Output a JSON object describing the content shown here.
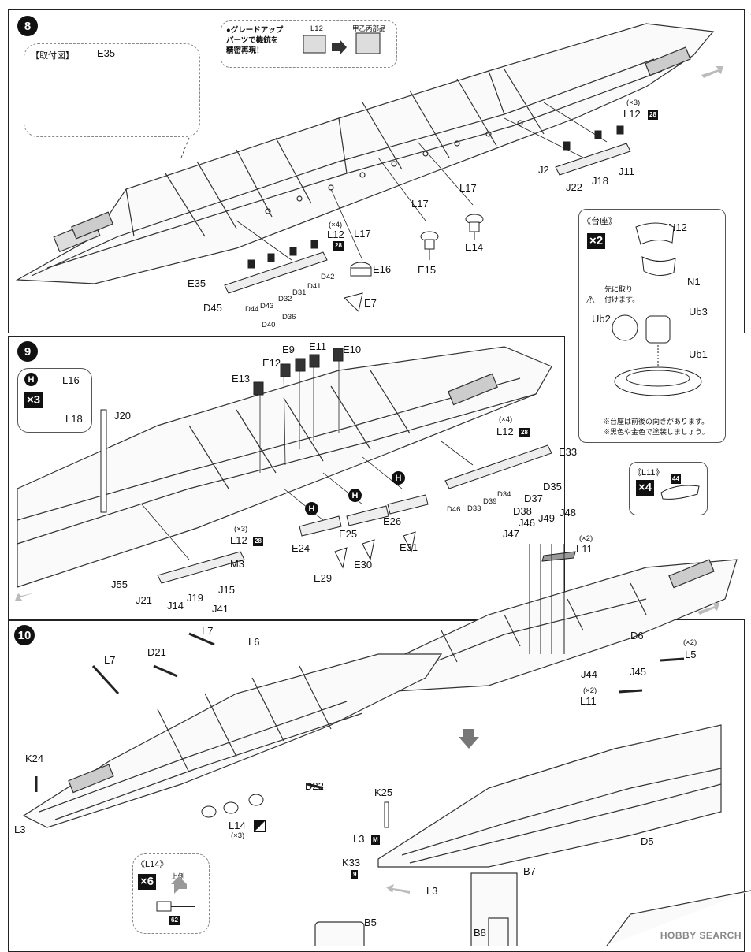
{
  "step8": {
    "number": "8",
    "upgrade_note": "●グレードアップ\nパーツで機銃を\n精密再現！",
    "upgrade_from": "L12",
    "upgrade_to": "甲乙丙部品",
    "install_label": "【取付図】",
    "install_part": "E35",
    "parts": [
      "L12",
      "L17",
      "L17",
      "E14",
      "E15",
      "E16",
      "E7",
      "E35",
      "D42",
      "D41",
      "D31",
      "D32",
      "D43",
      "D44",
      "D40",
      "D36",
      "D45",
      "J2",
      "J22",
      "J18",
      "J11",
      "L12",
      "L17"
    ],
    "qty_L12_front": "(×4)",
    "qty_L12_rear": "(×3)",
    "ref_28": "28"
  },
  "stand": {
    "title": "《台座》",
    "qty": "×2",
    "parts": [
      "N12",
      "N1",
      "Ub3",
      "Ub2",
      "Ub1"
    ],
    "caution": "先に取り\n付けます。",
    "note1": "※台座は前後の向きがあります。",
    "note2": "※黒色や金色で塗装しましょう。"
  },
  "l11_box": {
    "title": "《L11》",
    "qty": "×4",
    "ref": "44"
  },
  "step9": {
    "number": "9",
    "h_badge": "H",
    "qty": "×3",
    "parts_box": [
      "L16",
      "L18"
    ],
    "parts": [
      "J20",
      "E13",
      "E12",
      "E9",
      "E11",
      "E10",
      "L12",
      "E33",
      "D35",
      "D37",
      "D38",
      "D34",
      "D39",
      "D33",
      "D46",
      "E26",
      "E31",
      "E25",
      "E30",
      "E24",
      "E29",
      "L12",
      "M3",
      "J55",
      "J21",
      "J14",
      "J19",
      "J15",
      "J41"
    ],
    "qty_L12_a": "(×4)",
    "qty_L12_b": "(×3)",
    "ref_28": "28"
  },
  "step10": {
    "number": "10",
    "parts": [
      "L7",
      "L7",
      "D21",
      "L6",
      "K24",
      "L3",
      "D22",
      "L14",
      "J47",
      "J46",
      "J49",
      "J48",
      "L11",
      "D6",
      "L5",
      "J44",
      "J45",
      "L11",
      "D5",
      "K25",
      "L3",
      "K33",
      "L3",
      "B7",
      "B5",
      "B8"
    ],
    "qty_L14": "(×3)",
    "qty_L11_a": "(×2)",
    "qty_L5": "(×2)",
    "qty_L11_b": "(×2)",
    "ref_9": "9",
    "ref_M": "M",
    "l14_box": {
      "title": "《L14》",
      "qty": "×6",
      "side_label": "上側",
      "ref": "62"
    }
  },
  "watermark": "HOBBY SEARCH"
}
